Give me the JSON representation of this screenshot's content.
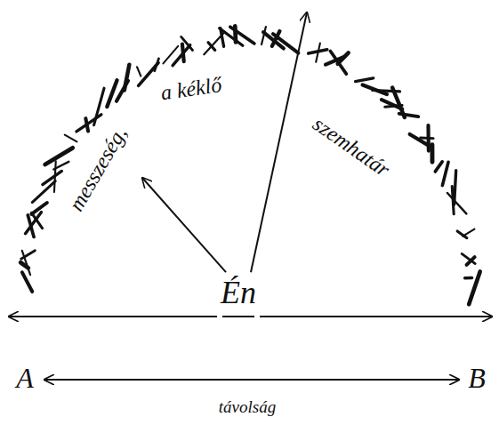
{
  "diagram": {
    "labels": [
      "messzeség,",
      "a kéklő",
      "szemhatár",
      "Én",
      "A",
      "B",
      "távolság"
    ]
  }
}
